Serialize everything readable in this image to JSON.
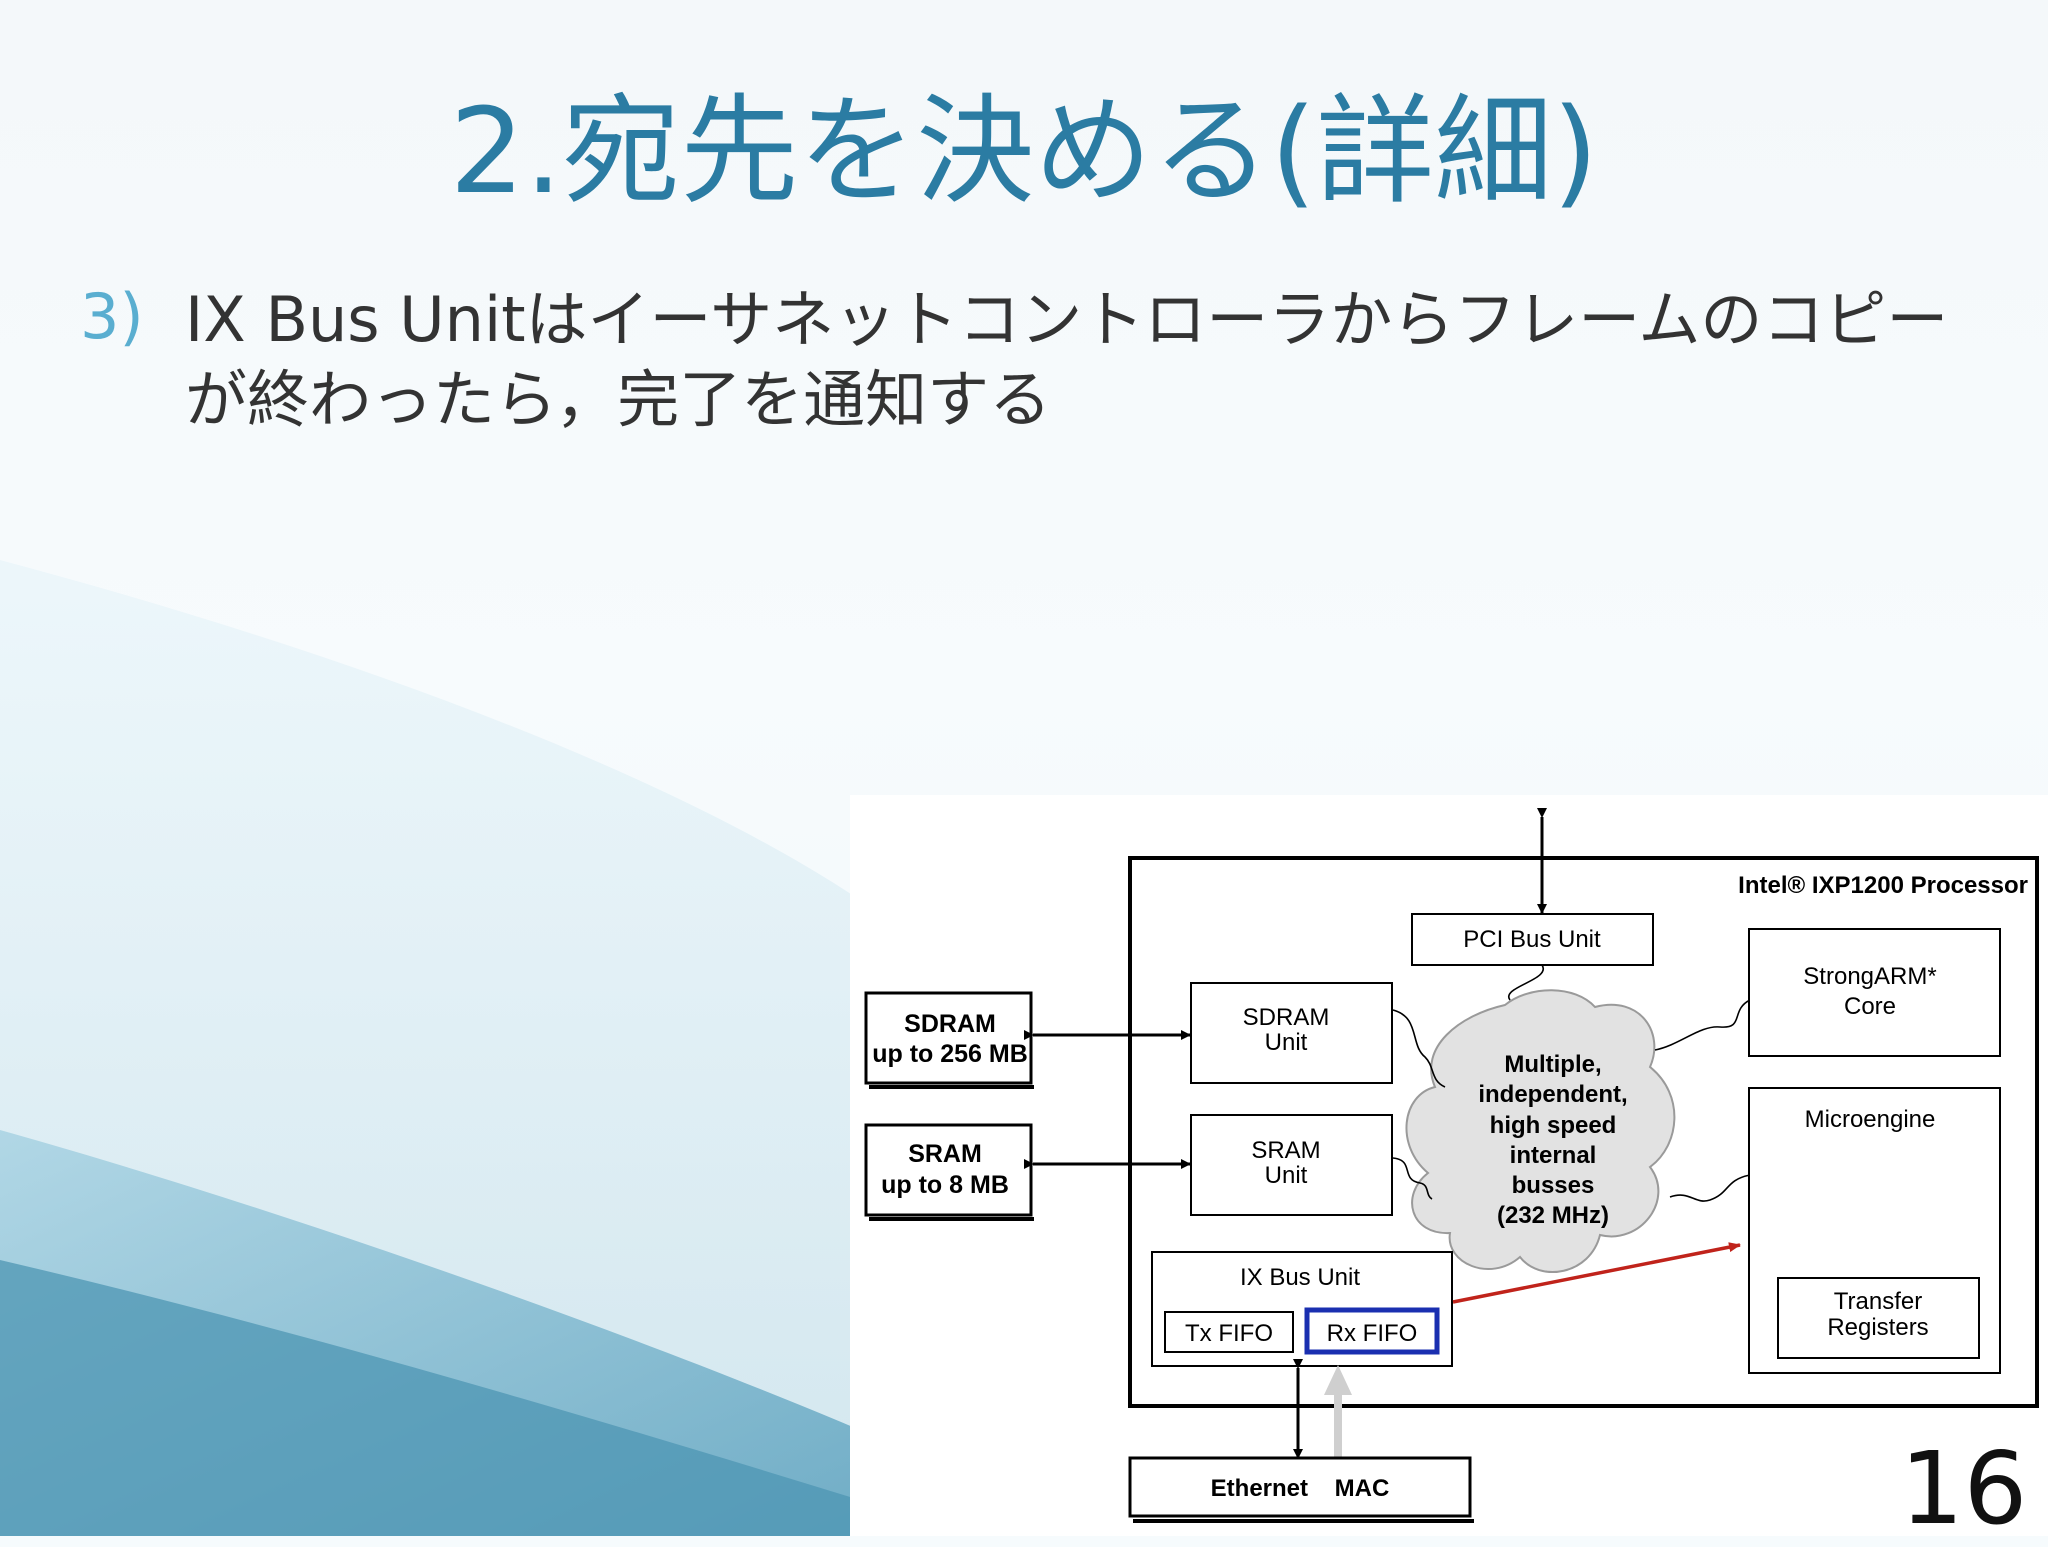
{
  "slide": {
    "title": "2.宛先を決める(詳細)",
    "bullet_number": "3)",
    "body_line1": "IX Bus Unitはイーサネットコントローラからフレームのコピー",
    "body_line2": "が終わったら，完了を通知する",
    "page_number": "16"
  },
  "diagram": {
    "processor_label": "Intel® IXP1200 Processor",
    "pci_bus_unit": "PCI Bus Unit",
    "sdram_ext_line1": "SDRAM",
    "sdram_ext_line2": "up to 256 MB",
    "sram_ext_line1": "SRAM",
    "sram_ext_line2": "up to 8 MB",
    "sdram_unit_line1": "SDRAM",
    "sdram_unit_line2": "Unit",
    "sram_unit_line1": "SRAM",
    "sram_unit_line2": "Unit",
    "cloud_lines": [
      "Multiple,",
      "independent,",
      "high speed",
      "internal",
      "busses",
      "(232 MHz)"
    ],
    "strongarm_line1": "StrongARM*",
    "strongarm_line2": "Core",
    "microengine": "Microengine",
    "transfer_line1": "Transfer",
    "transfer_line2": "Registers",
    "ix_bus_unit": "IX Bus Unit",
    "tx_fifo": "Tx FIFO",
    "rx_fifo": "Rx FIFO",
    "ethernet_mac": "Ethernet    MAC",
    "colors": {
      "title": "#2b7ca3",
      "highlight_box": "#1a2fb0",
      "signal_arrow": "#c0231b",
      "cloud_fill": "#e2e2e2"
    }
  }
}
